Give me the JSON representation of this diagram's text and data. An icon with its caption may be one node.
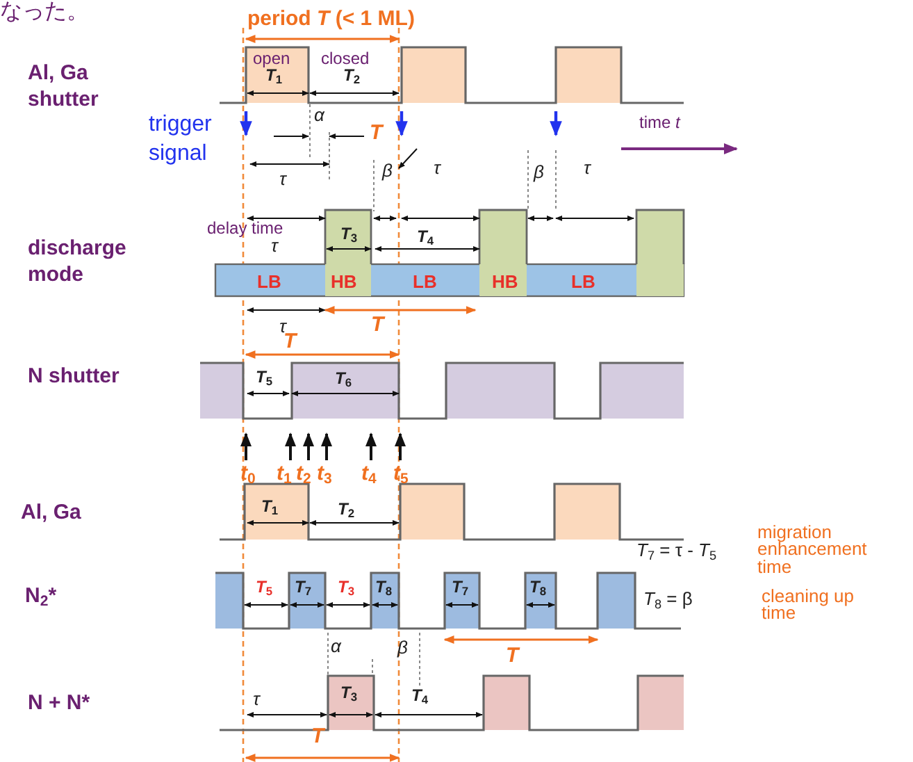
{
  "diagram": {
    "labels": [
      "なった。",
      "period *T* (< 1 ML)",
      "open",
      "closed",
      "Al, Ga shutter",
      "*T*$_{1}$",
      "*T*$_{2}$",
      "trigger signal",
      "α",
      "*T*",
      "time *t*",
      "τ",
      "β",
      "τ",
      "β",
      "τ",
      "delay time",
      "*T*$_{3}$",
      "*T*$_{4}$",
      "τ",
      "discharge mode",
      "LB",
      "HB",
      "LB",
      "HB",
      "LB",
      "τ",
      "*T*",
      "*T*",
      "N shutter",
      "*T*$_{5}$",
      "*T*$_{6}$",
      "*t*$_{0}$",
      "*t*$_{1}$",
      "*t*$_{2}$",
      "*t*$_{3}$",
      "*t*$_{4}$",
      "*t*$_{5}$",
      "Al, Ga",
      "*T*$_{1}$",
      "*T*$_{2}$",
      "*T*$_{7}$ = τ - *T*$_{5}$",
      "migration enhancement time",
      "N$_{2}$*",
      "*T*$_{5}$",
      "*T*$_{7}$",
      "*T*$_{3}$",
      "*T*$_{8}$",
      "*T*$_{7}$",
      "*T*$_{8}$",
      "*T*$_{8}$ = β",
      "cleaning up time",
      "α",
      "β",
      "*T*",
      "N + N*",
      "τ",
      "*T*$_{3}$",
      "*T*$_{4}$",
      "*T*"
    ]
  }
}
